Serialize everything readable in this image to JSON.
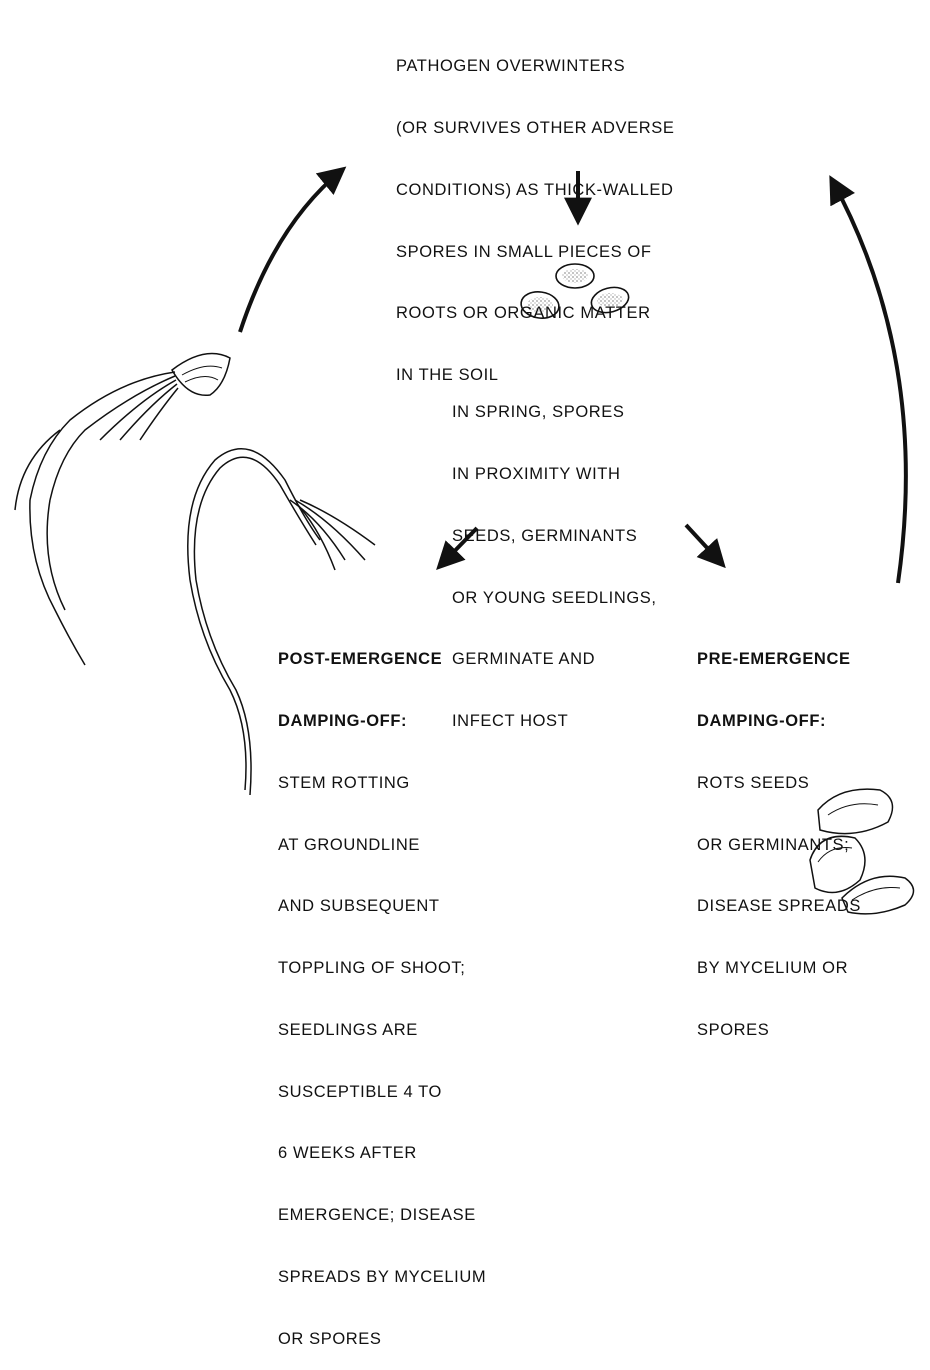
{
  "overwinter": {
    "lines": [
      "PATHOGEN OVERWINTERS",
      "(OR SURVIVES OTHER ADVERSE",
      "CONDITIONS) AS THICK-WALLED",
      "SPORES IN SMALL PIECES OF",
      "ROOTS OR ORGANIC MATTER",
      "IN THE SOIL"
    ]
  },
  "spring": {
    "lines": [
      "IN SPRING, SPORES",
      "IN PROXIMITY WITH",
      "SEEDS, GERMINANTS",
      "OR YOUNG SEEDLINGS,",
      "GERMINATE AND",
      "INFECT HOST"
    ]
  },
  "post_emergence": {
    "heading": [
      "POST-EMERGENCE",
      "DAMPING-OFF:"
    ],
    "lines": [
      "STEM ROTTING",
      "AT GROUNDLINE",
      "AND SUBSEQUENT",
      "TOPPLING OF SHOOT;",
      "SEEDLINGS ARE",
      "SUSCEPTIBLE 4 TO",
      "6 WEEKS AFTER",
      "EMERGENCE; DISEASE",
      "SPREADS BY MYCELIUM",
      "OR SPORES"
    ]
  },
  "pre_emergence": {
    "heading": [
      "PRE-EMERGENCE",
      "DAMPING-OFF:"
    ],
    "lines": [
      "ROTS SEEDS",
      "OR GERMINANTS;",
      "DISEASE SPREADS",
      "BY MYCELIUM OR",
      "SPORES"
    ]
  }
}
